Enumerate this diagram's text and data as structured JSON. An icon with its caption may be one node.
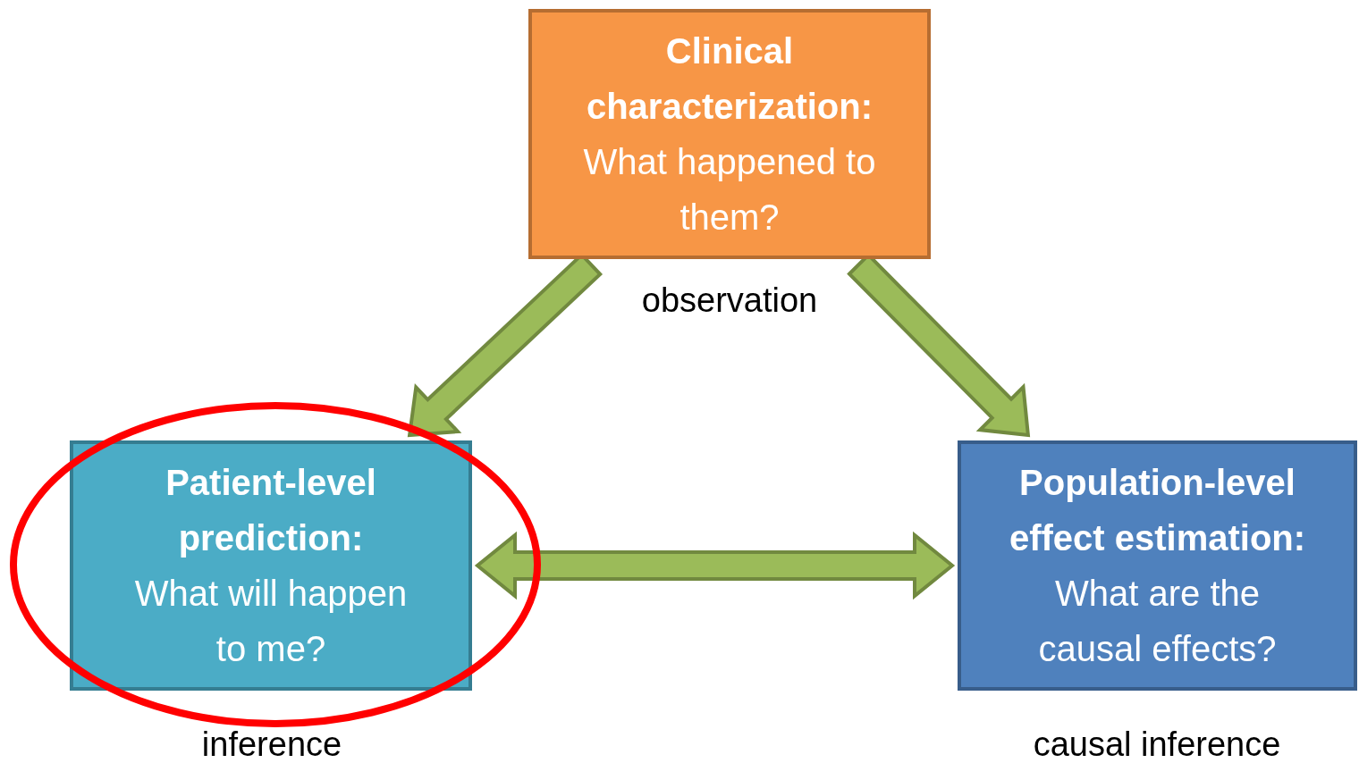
{
  "diagram": {
    "nodes": [
      {
        "text": [
          "Clinical characterization:",
          "What happened to them?"
        ],
        "beside": [
          "observation"
        ]
      },
      {
        "text": [
          "Patient-level prediction:",
          "What will happen to me?"
        ],
        "beside": [
          "inference"
        ]
      },
      {
        "text": [
          "Population-level effect estimation:",
          "What are the causal effects?"
        ],
        "beside": [
          "causal inference"
        ]
      }
    ],
    "edges": [
      {
        "from": 0,
        "to": 1,
        "arrow": "to"
      },
      {
        "from": 0,
        "to": 2,
        "arrow": "to"
      },
      {
        "from": 1,
        "to": 2,
        "arrow": "both"
      }
    ]
  }
}
